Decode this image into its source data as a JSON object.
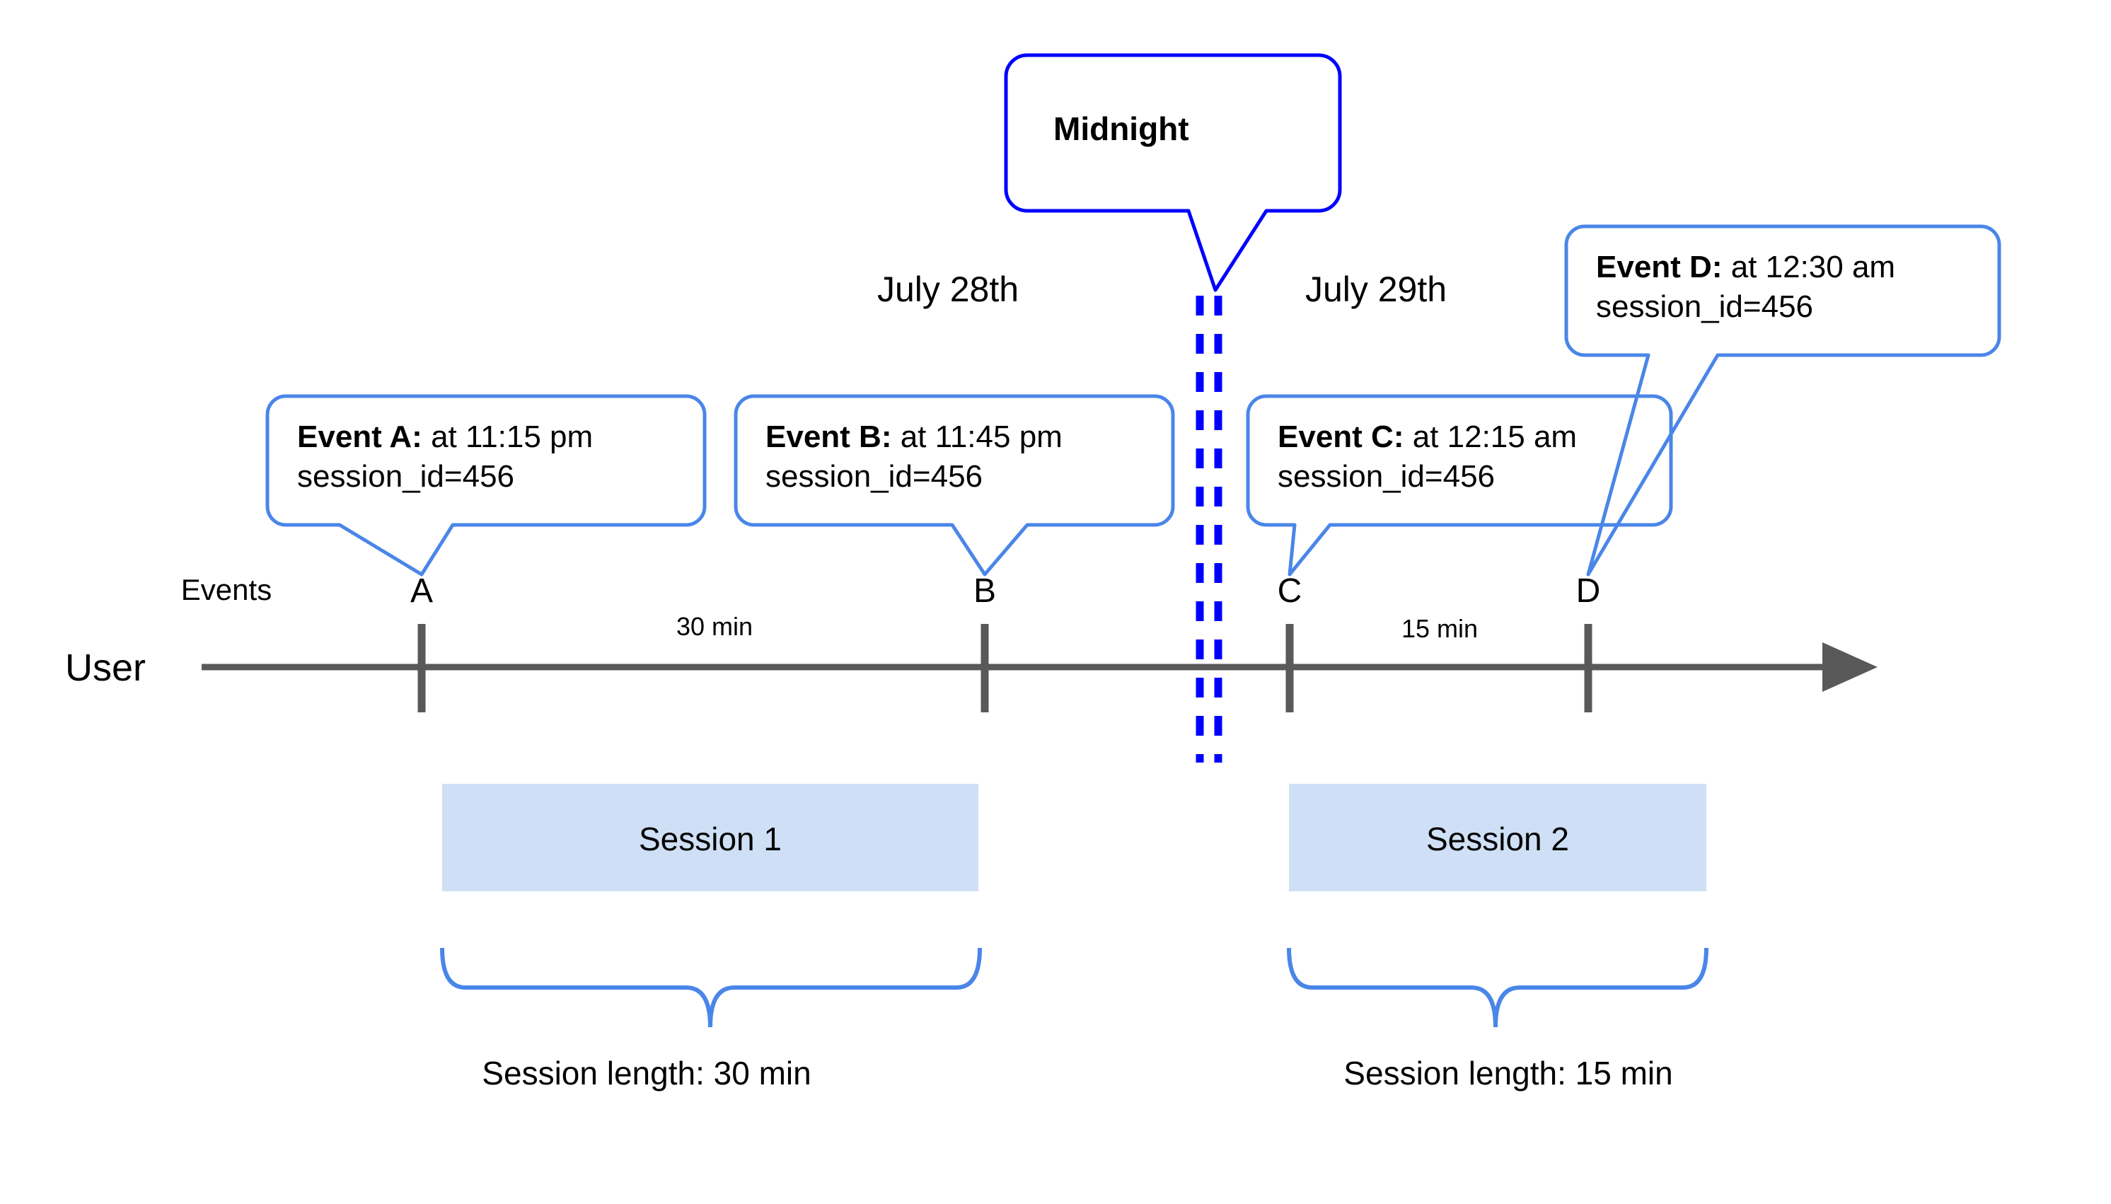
{
  "diagram": {
    "title_callout": {
      "label": "Midnight"
    },
    "axis": {
      "row_label": "User",
      "events_label": "Events"
    },
    "dates": [
      {
        "label": "July 28th"
      },
      {
        "label": "July 29th"
      }
    ],
    "events": [
      {
        "tick_label": "A",
        "lead": "Event A:",
        "detail": " at 11:15 pm",
        "line2": "session_id=456"
      },
      {
        "tick_label": "B",
        "lead": "Event B:",
        "detail": " at 11:45 pm",
        "line2": "session_id=456"
      },
      {
        "tick_label": "C",
        "lead": "Event C:",
        "detail": " at 12:15 am",
        "line2": "session_id=456"
      },
      {
        "tick_label": "D",
        "lead": "Event D:",
        "detail": " at 12:30 am",
        "line2": "session_id=456"
      }
    ],
    "intervals": [
      {
        "label": "30 min"
      },
      {
        "label": "15 min"
      }
    ],
    "sessions": [
      {
        "bar_label": "Session 1",
        "length_label": "Session length: 30 min"
      },
      {
        "bar_label": "Session 2",
        "length_label": "Session length: 15 min"
      }
    ],
    "colors": {
      "callout_border": "#4A86E8",
      "midnight_border": "#0000FF",
      "midnight_dash": "#0000FF",
      "axis": "#595959",
      "session_fill": "#CFDFF5",
      "brace": "#4A86E8",
      "text": "#000000",
      "background": "#FFFFFF"
    }
  }
}
